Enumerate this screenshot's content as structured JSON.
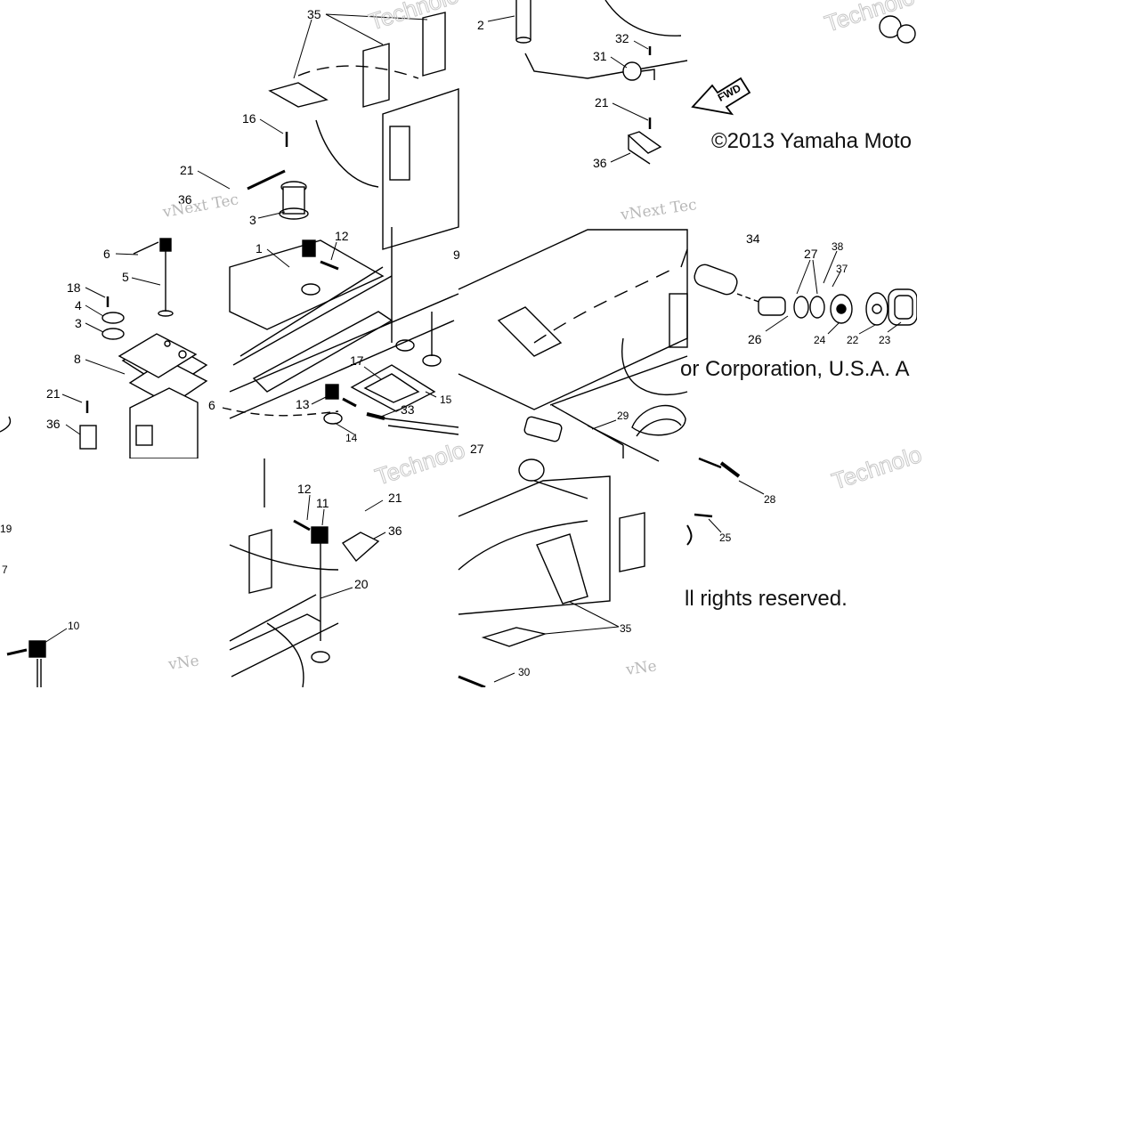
{
  "diagram": {
    "callouts": [
      {
        "id": "c35a",
        "text": "35"
      },
      {
        "id": "c16",
        "text": "16"
      },
      {
        "id": "c21a",
        "text": "21"
      },
      {
        "id": "c3a",
        "text": "3"
      },
      {
        "id": "c6a",
        "text": "6"
      },
      {
        "id": "c5",
        "text": "5"
      },
      {
        "id": "c18",
        "text": "18"
      },
      {
        "id": "c4",
        "text": "4"
      },
      {
        "id": "c3b",
        "text": "3"
      },
      {
        "id": "c8",
        "text": "8"
      },
      {
        "id": "c21b",
        "text": "21"
      },
      {
        "id": "c36a",
        "text": "36"
      },
      {
        "id": "c1",
        "text": "1"
      },
      {
        "id": "c12a",
        "text": "12"
      },
      {
        "id": "c17",
        "text": "17"
      },
      {
        "id": "c15",
        "text": "15"
      },
      {
        "id": "c13",
        "text": "13"
      },
      {
        "id": "c6b",
        "text": "6"
      },
      {
        "id": "c33",
        "text": "33"
      },
      {
        "id": "c14",
        "text": "14"
      },
      {
        "id": "c2",
        "text": "2"
      },
      {
        "id": "c32",
        "text": "32"
      },
      {
        "id": "c31",
        "text": "31"
      },
      {
        "id": "c21c",
        "text": "21"
      },
      {
        "id": "c36b",
        "text": "36"
      },
      {
        "id": "c34",
        "text": "34"
      },
      {
        "id": "c27a",
        "text": "27"
      },
      {
        "id": "c38",
        "text": "38"
      },
      {
        "id": "c37",
        "text": "37"
      },
      {
        "id": "c26",
        "text": "26"
      },
      {
        "id": "c24",
        "text": "24"
      },
      {
        "id": "c22",
        "text": "22"
      },
      {
        "id": "c23",
        "text": "23"
      },
      {
        "id": "c29",
        "text": "29"
      },
      {
        "id": "c27b",
        "text": "27"
      },
      {
        "id": "c28",
        "text": "28"
      },
      {
        "id": "c25",
        "text": "25"
      },
      {
        "id": "c12b",
        "text": "12"
      },
      {
        "id": "c11",
        "text": "11"
      },
      {
        "id": "c21d",
        "text": "21"
      },
      {
        "id": "c36c",
        "text": "36"
      },
      {
        "id": "c20",
        "text": "20"
      },
      {
        "id": "c19",
        "text": "19"
      },
      {
        "id": "c7",
        "text": "7"
      },
      {
        "id": "c10",
        "text": "10"
      },
      {
        "id": "c35b",
        "text": "35"
      },
      {
        "id": "c30",
        "text": "30"
      },
      {
        "id": "c36d",
        "text": "36"
      },
      {
        "id": "c9",
        "text": "9"
      }
    ],
    "fwd_label": "FWD",
    "copyright": {
      "line1": "©2013 Yamaha Moto",
      "line2": "or Corporation, U.S.A. A",
      "line3": "ll rights reserved."
    },
    "watermarks": [
      "vNext Tec",
      "Technolo",
      "vNe"
    ]
  }
}
